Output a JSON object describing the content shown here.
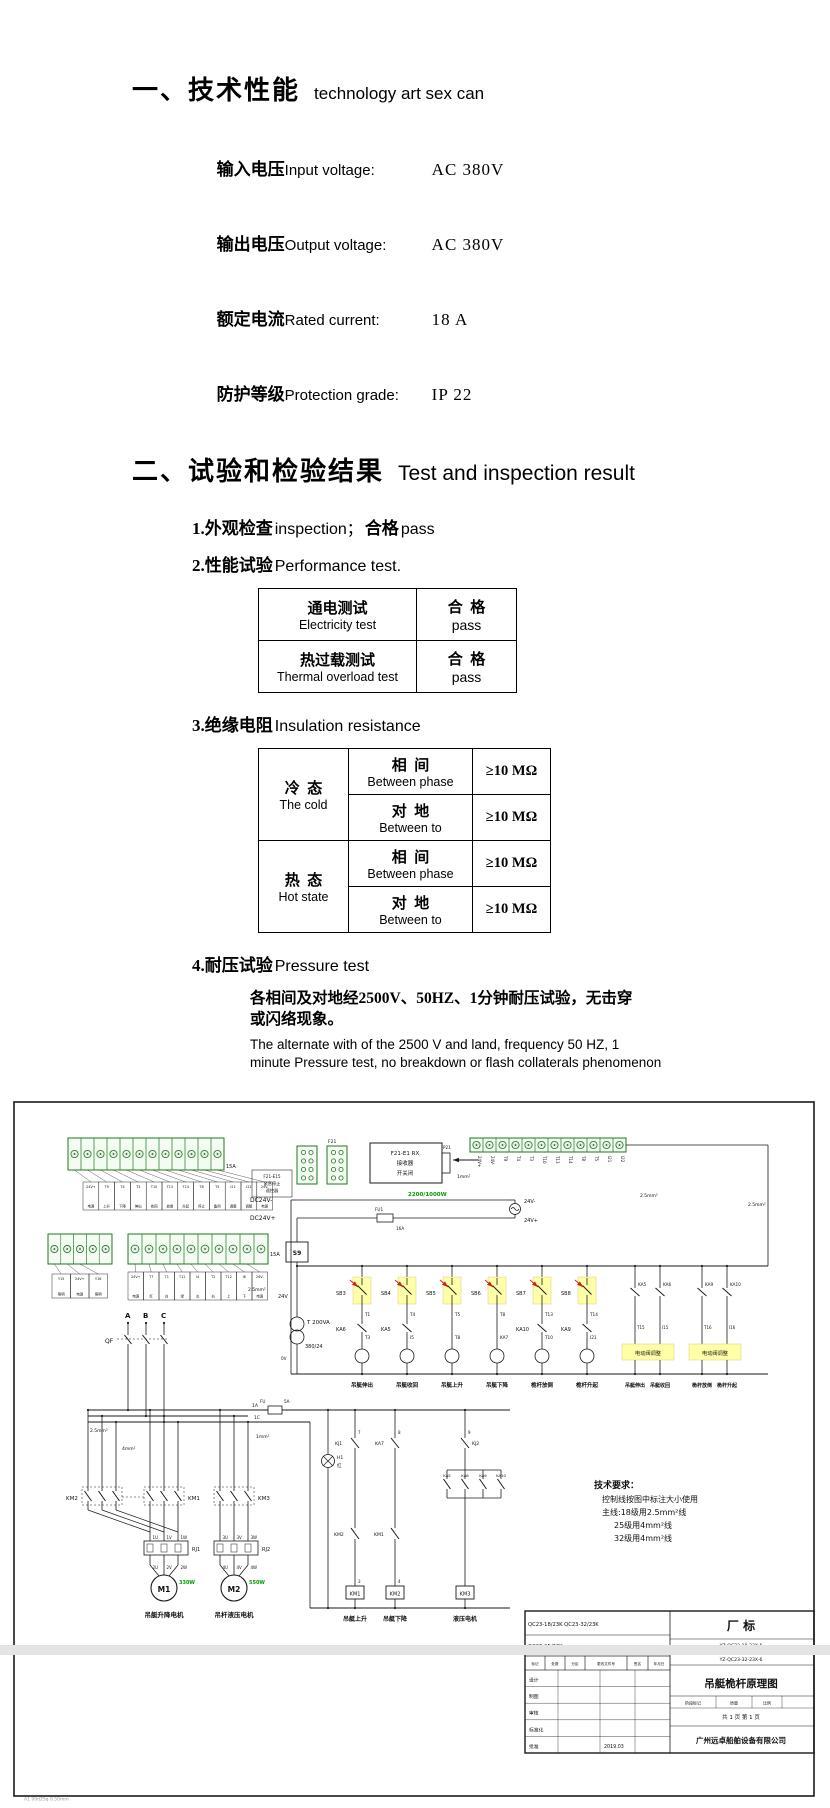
{
  "section1": {
    "heading_cn": "一、技术性能",
    "heading_en": "technology art sex can",
    "specs": [
      {
        "cn": "输入电压",
        "en": "Input voltage:",
        "value": "AC 380V"
      },
      {
        "cn": "输出电压",
        "en": "Output voltage:",
        "value": "AC 380V"
      },
      {
        "cn": "额定电流",
        "en": "Rated current:",
        "value": "18 A"
      },
      {
        "cn": "防护等级",
        "en": "Protection grade:",
        "value": "IP 22"
      }
    ]
  },
  "section2": {
    "heading_cn": "二、试验和检验结果",
    "heading_en": "Test and inspection result",
    "item1": {
      "cn": "1.外观检查",
      "mid": "inspection；",
      "res": "合格",
      "en": "pass"
    },
    "item2": {
      "cn": "2.性能试验",
      "en": "Performance test."
    },
    "table1": {
      "rows": [
        {
          "cn": "通电测试",
          "en": "Electricity test",
          "rcn": "合  格",
          "ren": "pass"
        },
        {
          "cn": "热过载测试",
          "en": "Thermal overload test",
          "rcn": "合  格",
          "ren": "pass"
        }
      ]
    },
    "item3": {
      "cn": "3.绝缘电阻",
      "en": "Insulation resistance"
    },
    "table2": {
      "groups": [
        {
          "cn": "冷  态",
          "en": "The cold"
        },
        {
          "cn": "热  态",
          "en": "Hot state"
        }
      ],
      "rows": [
        {
          "cn": "相  间",
          "en": "Between phase",
          "v": "≥10 MΩ"
        },
        {
          "cn": "对  地",
          "en": "Between to",
          "v": "≥10 MΩ"
        },
        {
          "cn": "相  间",
          "en": "Between phase",
          "v": "≥10 MΩ"
        },
        {
          "cn": "对  地",
          "en": "Between to",
          "v": "≥10 MΩ"
        }
      ]
    },
    "item4": {
      "cn": "4.耐压试验",
      "en": "Pressure test"
    },
    "pressure": {
      "cn1": "各相间及对地经2500V、50HZ、1分钟耐压试验，无击穿",
      "cn2": "或闪络现象。",
      "en1": "The alternate with of the 2500 V and land, frequency 50 HZ, 1",
      "en2": "minute Pressure test, no breakdown or flash collaterals phenomenon"
    }
  },
  "diagram": {
    "colors": {
      "green": "#1e7a1e",
      "red": "#cc2020",
      "highlight": "#ffffa8",
      "label_green": "#00a000"
    },
    "footer": "A1 99d25q 0.50mm",
    "strip1_label": "15A",
    "strip2_label": "15A",
    "grid1": {
      "codes": [
        "24V+",
        "T9",
        "T4",
        "T3",
        "T10",
        "T13",
        "T14",
        "T8",
        "T5",
        "I21",
        "I22",
        "24V-"
      ],
      "names": [
        "电源",
        "上升",
        "下降",
        "伸出",
        "收回",
        "放倒",
        "升起",
        "停止",
        "备用",
        "调整",
        "调整",
        "电源"
      ]
    },
    "grid2a": {
      "codes": [
        "Y15",
        "24V+",
        "Y16"
      ],
      "names": [
        "照明",
        "电源",
        "照明"
      ]
    },
    "grid2b": {
      "codes": [
        "24V+",
        "T7",
        "T1",
        "T11",
        "I4",
        "T2",
        "T12",
        "I6",
        "24V-"
      ],
      "names": [
        "电源",
        "红",
        "白",
        "绿",
        "左",
        "右",
        "上",
        "下",
        "电源"
      ]
    },
    "remote": {
      "l1": "F21-E15",
      "l2": "紧急停止",
      "l3": "遥控器",
      "plug": "F21"
    },
    "receiver": {
      "l1": "F21-E1 RX",
      "l2": "接收器",
      "l3": "开关闭",
      "plug": "P21"
    },
    "vterms": [
      "24V+",
      "24V-",
      "T9",
      "T4",
      "T3",
      "T10",
      "T13",
      "T14",
      "T8",
      "T5",
      "I21",
      "I22"
    ],
    "wires": {
      "w25": "2.5mm²",
      "w1": "1mm²",
      "w4": "4mm²"
    },
    "dc": {
      "neg": "DC24V-",
      "pos": "DC24V+",
      "fu": "FU1",
      "fua": "16A",
      "power": "2200/1000W",
      "right_neg": "24V-",
      "right_pos": "24V+"
    },
    "s9": "S9",
    "rail24": "24V",
    "rail0": "0V",
    "transformer": {
      "name": "T 200VA",
      "ratio": "380/24"
    },
    "phases": [
      "A",
      "B",
      "C"
    ],
    "qf": "QF",
    "taps": {
      "a": "1A",
      "c": "1C",
      "fu": "FU",
      "fua": "5A"
    },
    "lamp": {
      "code": "H1",
      "color": "红"
    },
    "contactors": [
      "KM2",
      "KM1",
      "KM3"
    ],
    "thermals": [
      "RJ1",
      "RJ2"
    ],
    "terms": [
      [
        "1U",
        "1V",
        "1W"
      ],
      [
        "2U",
        "2V",
        "2W"
      ],
      [
        "3U",
        "3V",
        "3W"
      ],
      [
        "4U",
        "4V",
        "4W"
      ]
    ],
    "motors": [
      {
        "code": "M1",
        "power": "330W",
        "label": "吊艇升降电机"
      },
      {
        "code": "M2",
        "power": "550W",
        "label": "吊杆液压电机"
      }
    ],
    "cols_main": [
      {
        "sb": "SB3",
        "w1": "T1",
        "ka": "KA6",
        "w2": "T3",
        "label": "吊艇伸出"
      },
      {
        "sb": "SB4",
        "w1": "T4",
        "ka": "KA5",
        "w2": "I5",
        "label": "吊艇收回"
      },
      {
        "sb": "SB5",
        "w1": "T5",
        "ka": "",
        "w2": "T8",
        "label": "吊艇上升"
      },
      {
        "sb": "SB6",
        "w1": "T8",
        "ka": "",
        "w2": "KA7",
        "label": "吊艇下降"
      },
      {
        "sb": "SB7",
        "w1": "T13",
        "ka": "KA10",
        "w2": "T10",
        "label": "桅杆放倒"
      },
      {
        "sb": "SB8",
        "w1": "T14",
        "ka": "KA9",
        "w2": "I21",
        "label": "桅杆升起"
      }
    ],
    "cols_right": [
      {
        "top": "KA5",
        "w": "T15",
        "label": "吊艇伸出"
      },
      {
        "top": "KA6",
        "w": "I15",
        "label": "吊艇收回"
      },
      {
        "top": "KA9",
        "w": "T16",
        "label": "桅杆放倒"
      },
      {
        "top": "KA10",
        "w": "I16",
        "label": "桅杆升起"
      }
    ],
    "valve_label": "电动阀调整",
    "ctrl": {
      "c1": "KJ1",
      "c2": "KA7",
      "c3": "KJ2",
      "kas": [
        "KA5",
        "KA6",
        "KA9",
        "KA10"
      ],
      "coils": [
        "KM1",
        "KM2",
        "KM3"
      ],
      "labels": [
        "吊艇上升",
        "吊艇下降",
        "液压电机"
      ],
      "nums": [
        "7",
        "8",
        "9",
        "3",
        "4"
      ]
    },
    "tech": {
      "title": "技术要求：",
      "lines": [
        "控制线按图中标注大小使用",
        "主线:18级用2.5mm²线",
        "25级用4mm²线",
        "32级用4mm²线"
      ]
    },
    "tb": {
      "models1": "QC23-18/23K  QC23-32/23K",
      "models2": "QC23-25/23K",
      "mark": "厂  标",
      "codes": [
        "YZ-QC23-18-23X-6",
        "YZ-QC23-25-23X-6",
        "YZ-QC23-32-23X-6"
      ],
      "fields": [
        "标记",
        "处数",
        "分区",
        "更改文件号",
        "签名",
        "年月日"
      ],
      "roles": [
        "设计",
        "制图",
        "审核",
        "标准化",
        "批准"
      ],
      "title": "吊艇桅杆原理图",
      "stage": "阶段标记",
      "weight": "质量",
      "scale": "比例",
      "pages": "共 1 页  第 1 页",
      "company": "广州远卓船舶设备有限公司",
      "date": "2019.03"
    }
  }
}
